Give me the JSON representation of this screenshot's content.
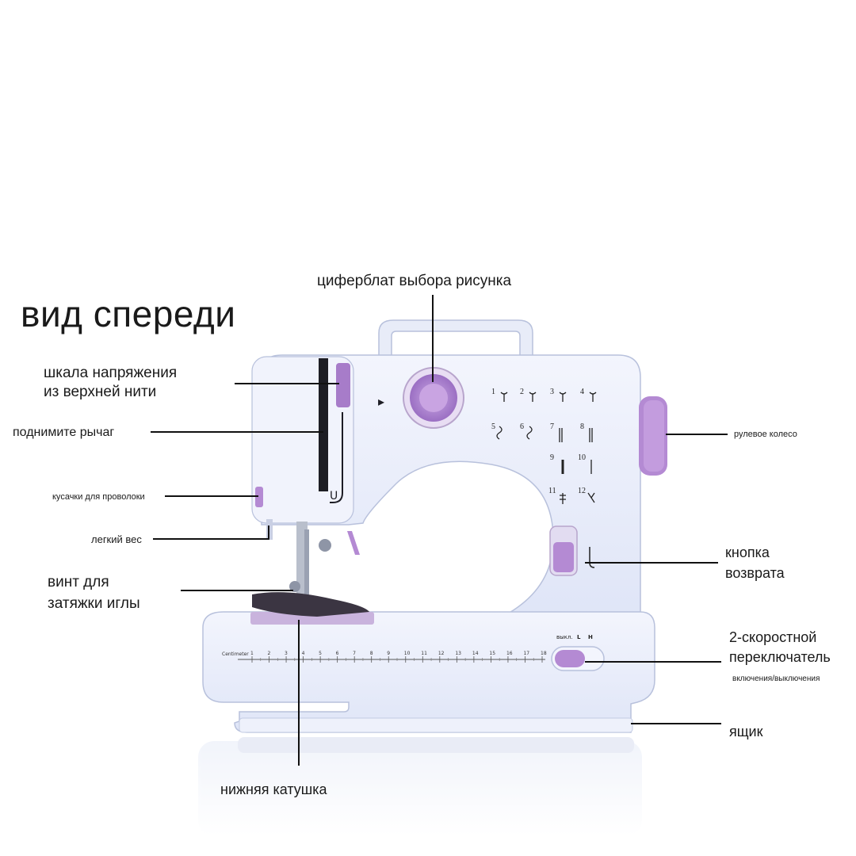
{
  "title": "вид спереди",
  "colors": {
    "body": "#e9eefb",
    "body_shade": "#d3daf1",
    "accent": "#b98fd6",
    "accent_dark": "#8c63b3",
    "line": "#111111"
  },
  "labels": {
    "pattern_dial": "циферблат выбора рисунка",
    "thread_tension_line1": "шкала напряжения",
    "thread_tension_line2": "из верхней нити",
    "lift_lever": "поднимите рычаг",
    "thread_cutter": "кусачки для проволоки",
    "light": "легкий вес",
    "needle_screw_line1": "винт для",
    "needle_screw_line2": "затяжки иглы",
    "handwheel": "рулевое колесо",
    "reverse_line1": "кнопка",
    "reverse_line2": "возврата",
    "speed_line1": "2-скоростной",
    "speed_line2": "переключатель",
    "speed_sub": "включения/выключения",
    "drawer": "ящик",
    "bobbin": "нижняя катушка"
  },
  "machine": {
    "stitch_numbers": [
      "1",
      "2",
      "3",
      "4",
      "5",
      "6",
      "7",
      "8",
      "9",
      "10",
      "11",
      "12"
    ],
    "speed_switch_text": "выкл.",
    "speed_low": "L",
    "speed_high": "H",
    "ruler_label": "Centimeter",
    "ruler_ticks": [
      "1",
      "2",
      "3",
      "4",
      "5",
      "6",
      "7",
      "8",
      "9",
      "10",
      "11",
      "12",
      "13",
      "14",
      "15",
      "16",
      "17",
      "18"
    ],
    "dial_arrow": "▸"
  }
}
